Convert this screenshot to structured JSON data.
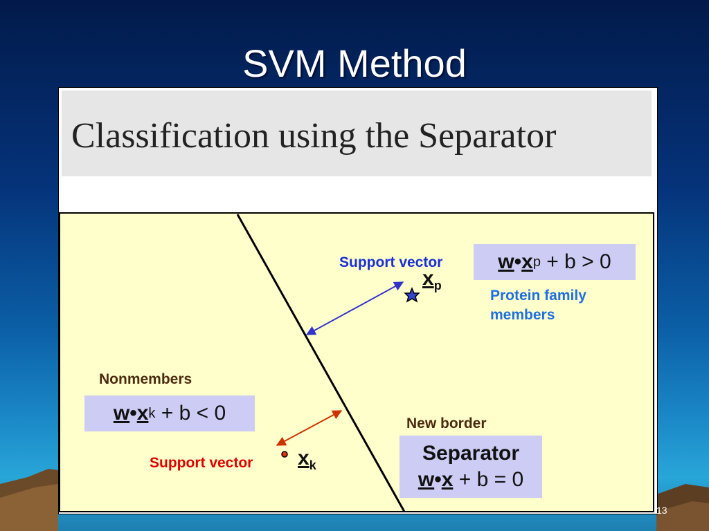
{
  "slide": {
    "title": "SVM Method",
    "page_number": "13"
  },
  "figure": {
    "heading": "Classification using the Separator",
    "support_vector_top": "Support vector",
    "support_vector_bottom": "Support vector",
    "protein_line1": "Protein family",
    "protein_line2": "members",
    "nonmembers": "Nonmembers",
    "new_border": "New border",
    "eq_positive": {
      "w": "w",
      "dot": "•",
      "x": "x",
      "sub": "p",
      "rest": " + b > 0"
    },
    "eq_negative": {
      "w": "w",
      "dot": "•",
      "x": "x",
      "sub": "k",
      "rest": " + b < 0"
    },
    "separator_title": "Separator",
    "eq_separator": {
      "w": "w",
      "dot": "•",
      "x": "x",
      "rest": " + b = 0"
    },
    "point_p": {
      "x": "x",
      "sub": "p"
    },
    "point_k": {
      "x": "x",
      "sub": "k"
    }
  },
  "colors": {
    "blue_label": "#1a2fd6",
    "cyan_label": "#1f6fe0",
    "red_label": "#e00000",
    "brown_label": "#4a2a10",
    "blue_arrow": "#3333cc",
    "red_arrow": "#cc3300"
  }
}
